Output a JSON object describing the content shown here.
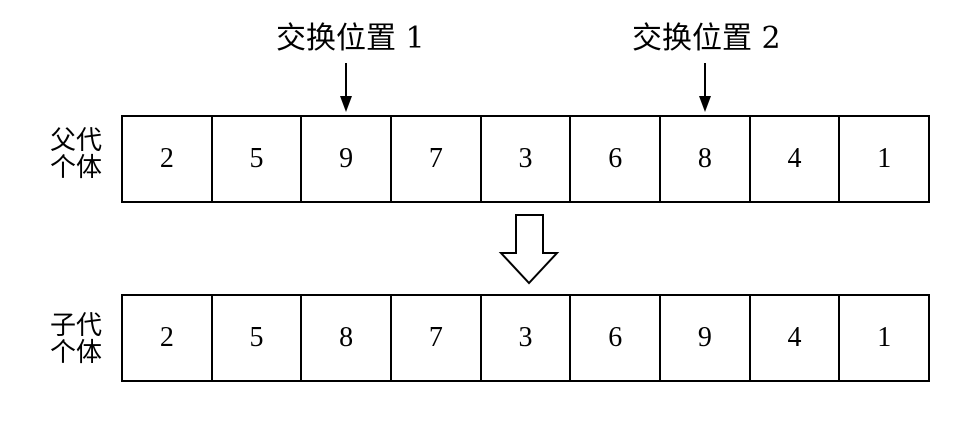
{
  "swap_labels": {
    "first": "交换位置 1",
    "second": "交换位置 2"
  },
  "parent": {
    "label_line1": "父代",
    "label_line2": "个体",
    "genes": [
      "2",
      "5",
      "9",
      "7",
      "3",
      "6",
      "8",
      "4",
      "1"
    ]
  },
  "child": {
    "label_line1": "子代",
    "label_line2": "个体",
    "genes": [
      "2",
      "5",
      "8",
      "7",
      "3",
      "6",
      "9",
      "4",
      "1"
    ]
  },
  "swap_positions": [
    3,
    7
  ]
}
